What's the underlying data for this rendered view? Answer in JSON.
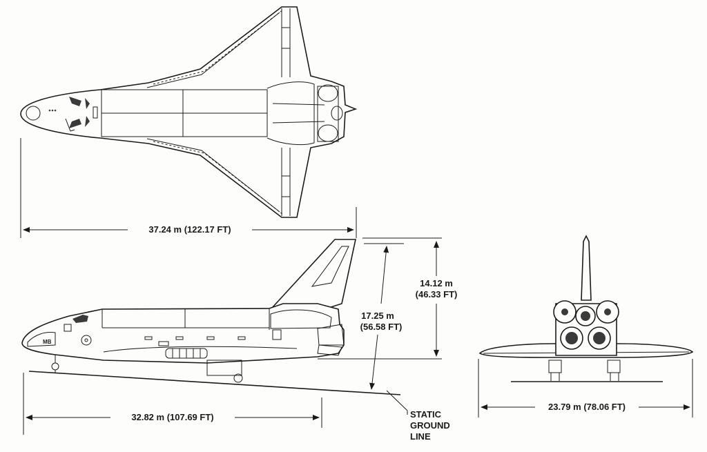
{
  "dimensions": {
    "length": "37.24 m (122.17 FT)",
    "height_tail_line1": "14.12 m",
    "height_tail_line2": "(46.33 FT)",
    "height_total_line1": "17.25 m",
    "height_total_line2": "(56.58 FT)",
    "gear_span": "32.82 m (107.69 FT)",
    "wingspan": "23.79 m (78.06 FT)"
  },
  "ground_line": {
    "line1": "STATIC",
    "line2": "GROUND",
    "line3": "LINE"
  },
  "colors": {
    "ink": "#1a1a1a",
    "paper": "#fdfdfb"
  }
}
